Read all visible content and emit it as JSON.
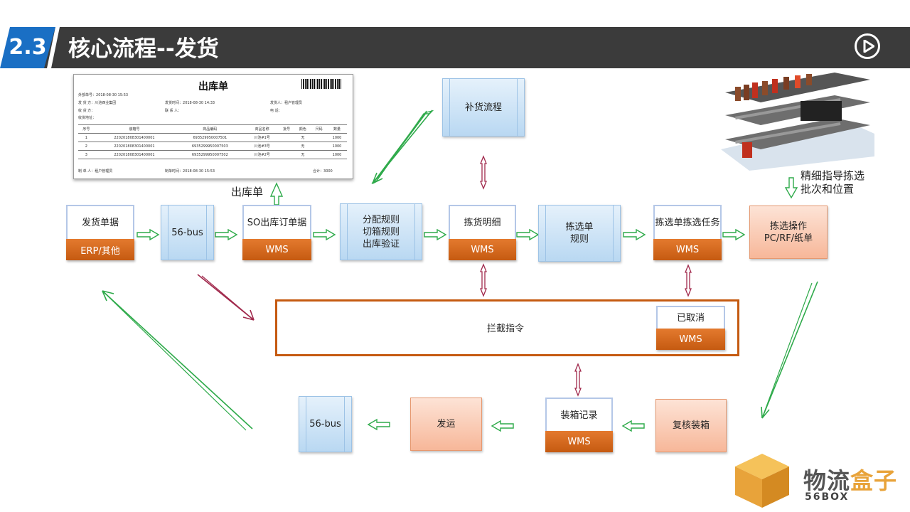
{
  "header": {
    "number": "2.3",
    "title": "核心流程--发货"
  },
  "doc": {
    "title": "出库单",
    "fields": [
      {
        "label": "外部单号：",
        "value": "2018-08-30 15:53"
      },
      {
        "label": "发 货 方：",
        "value": "川池西业集团"
      },
      {
        "label": "收 货 方：",
        "value": ""
      },
      {
        "label": "收货地址：",
        "value": ""
      },
      {
        "label": "发货时间：",
        "value": "2018-08-30 14:33"
      },
      {
        "label": "联 系 人：",
        "value": ""
      },
      {
        "label": "发货人：",
        "value": "租户管理员"
      },
      {
        "label": "电    话：",
        "value": ""
      }
    ],
    "columns": [
      "序号",
      "装箱号",
      "商品编码",
      "商品名称",
      "批号",
      "颜色",
      "尺码",
      "数量"
    ],
    "rows": [
      [
        "1",
        "220201808301400001",
        "6935299500075​01",
        "川池#1号",
        "",
        "无",
        "",
        "1000"
      ],
      [
        "2",
        "220201808301400001",
        "693529995000​7503",
        "川池#3号",
        "",
        "无",
        "",
        "1000"
      ],
      [
        "3",
        "220201808301400001",
        "693529995000​7502",
        "川池#2号",
        "",
        "无",
        "",
        "1000"
      ]
    ],
    "footer": [
      {
        "label": "制 单 人：",
        "value": "租户管理员"
      },
      {
        "label": "制单时间：",
        "value": "2018-08-30 15:53"
      },
      {
        "label": "合计：",
        "value": "3000"
      }
    ]
  },
  "labels": {
    "outbound_doc": "出库单",
    "fine_guidance_1": "精细指导拣选",
    "fine_guidance_2": "批次和位置"
  },
  "nodes": {
    "ship_docs": {
      "top": "发货单据",
      "bottom": "ERP/其他"
    },
    "bus_1": "56-bus",
    "so_order": {
      "top_1": "SO出库订",
      "top_2": "单据",
      "bottom": "WMS"
    },
    "alloc_rules": [
      "分配规则",
      "切箱规则",
      "出库验证"
    ],
    "pick_detail": {
      "top": "拣货明细",
      "bottom": "WMS"
    },
    "pick_rules": [
      "拣选单",
      "规则"
    ],
    "pick_task": {
      "top_1": "拣选单",
      "top_2": "拣选任务",
      "bottom": "WMS"
    },
    "pick_op": [
      "拣选操作",
      "PC/RF/纸单"
    ],
    "replenish": "补货流程",
    "intercept": "拦截指令",
    "cancelled": {
      "top": "已取消",
      "bottom": "WMS"
    },
    "recheck": "复核装箱",
    "pack_record": {
      "top": "装箱记录",
      "bottom": "WMS"
    },
    "dispatch": "发运",
    "bus_2": "56-bus"
  },
  "logo": {
    "name_1": "物流",
    "name_2": "盒子",
    "sub": "56BOX"
  },
  "colors": {
    "header_blue": "#1a6fc4",
    "wms_orange": "#c55a11",
    "arrow_green": "#2eaa4a",
    "arrow_red": "#a0284b"
  }
}
